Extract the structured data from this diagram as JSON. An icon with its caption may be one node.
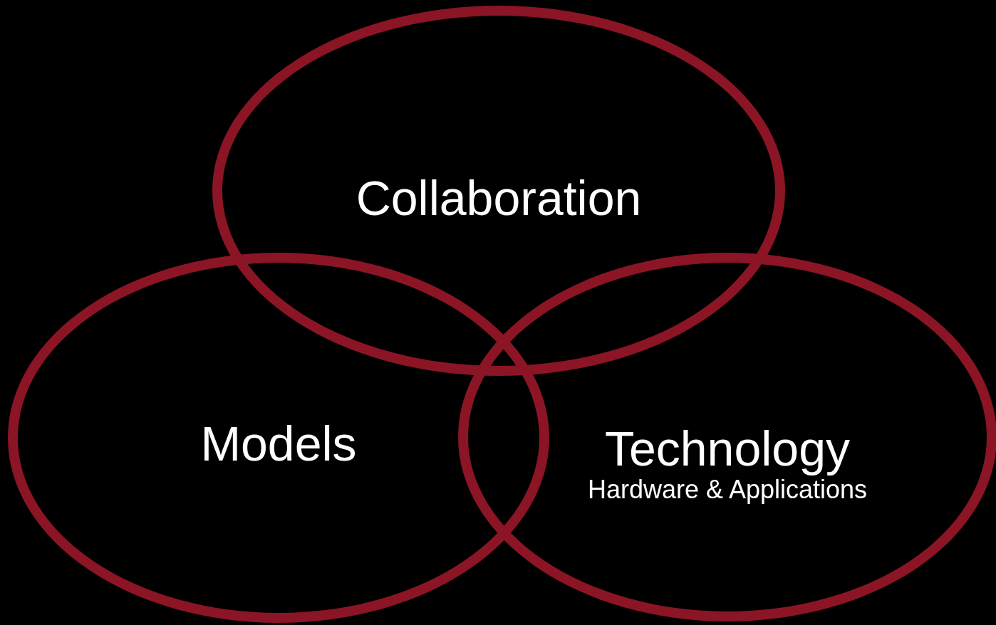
{
  "diagram": {
    "nodes": [
      {
        "text": [
          "Collaboration"
        ]
      },
      {
        "text": [
          "Models"
        ]
      },
      {
        "text": [
          "Technology",
          "Hardware & Applications"
        ]
      }
    ]
  }
}
